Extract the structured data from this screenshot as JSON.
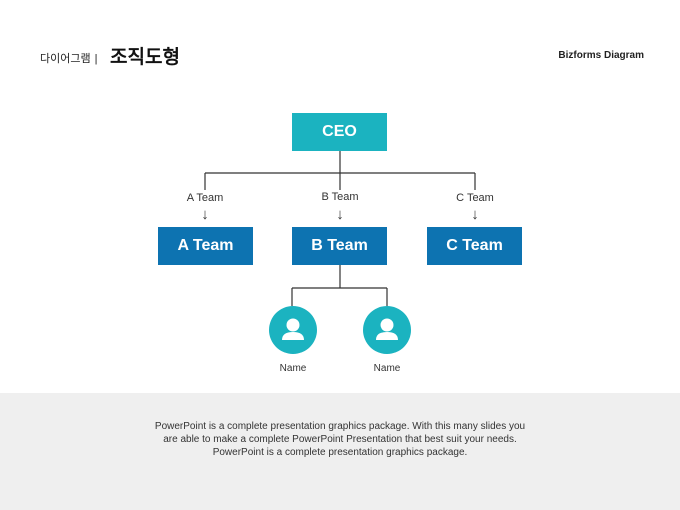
{
  "header": {
    "subtitle": "다이어그램",
    "separator": "|",
    "title": "조직도형",
    "brand": "Bizforms Diagram"
  },
  "org": {
    "ceo": "CEO",
    "teams": [
      {
        "connector_label": "A Team",
        "box_label": "A Team"
      },
      {
        "connector_label": "B Team",
        "box_label": "B Team"
      },
      {
        "connector_label": "C Team",
        "box_label": "C Team"
      }
    ],
    "members": [
      {
        "name": "Name",
        "icon": "person-icon"
      },
      {
        "name": "Name",
        "icon": "person-icon"
      }
    ],
    "arrow_glyph": "↓"
  },
  "footer": {
    "text": "PowerPoint is a complete presentation graphics package. With this many slides you are able to make a complete PowerPoint Presentation that best suit your needs. PowerPoint is a complete presentation graphics package."
  },
  "colors": {
    "ceo": "#1bb3c0",
    "team": "#0d73b1",
    "avatar": "#1bb3c0",
    "footer_bg": "#efefef"
  }
}
